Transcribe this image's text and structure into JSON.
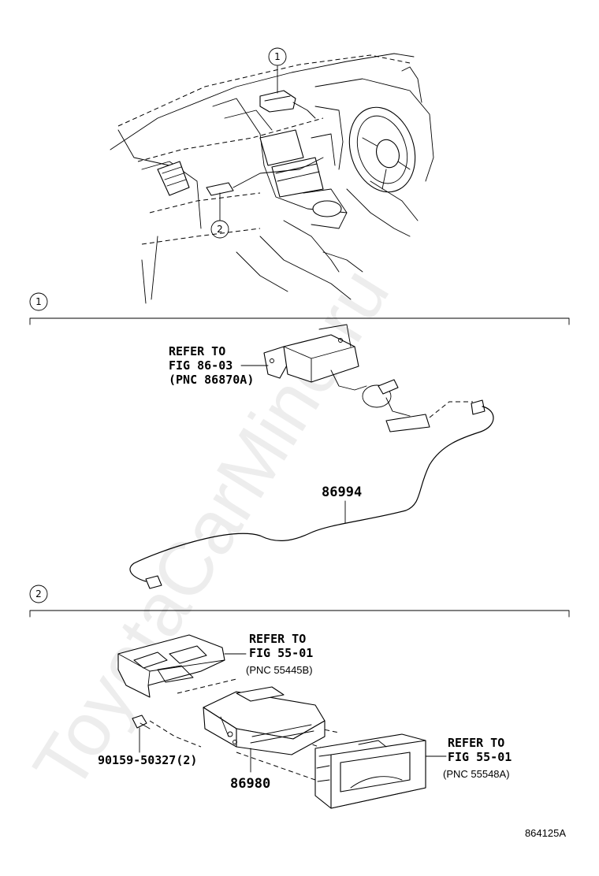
{
  "watermark": "ToyotaCarMine.ru",
  "figure_code": "864125A",
  "callouts": {
    "c1": "1",
    "c2": "2"
  },
  "sections": [
    {
      "number": "1"
    },
    {
      "number": "2"
    }
  ],
  "refs": {
    "ref1": {
      "line1": "REFER TO",
      "line2": "FIG 86-03",
      "line3": "(PNC 86870A)"
    },
    "ref2": {
      "line1": "REFER TO",
      "line2": "FIG 55-01",
      "line3": "(PNC 55445B)"
    },
    "ref3": {
      "line1": "REFER TO",
      "line2": "FIG 55-01",
      "line3": "(PNC 55548A)"
    }
  },
  "parts": {
    "p86994": "86994",
    "p86980": "86980",
    "p90159": "90159-50327(2)"
  }
}
